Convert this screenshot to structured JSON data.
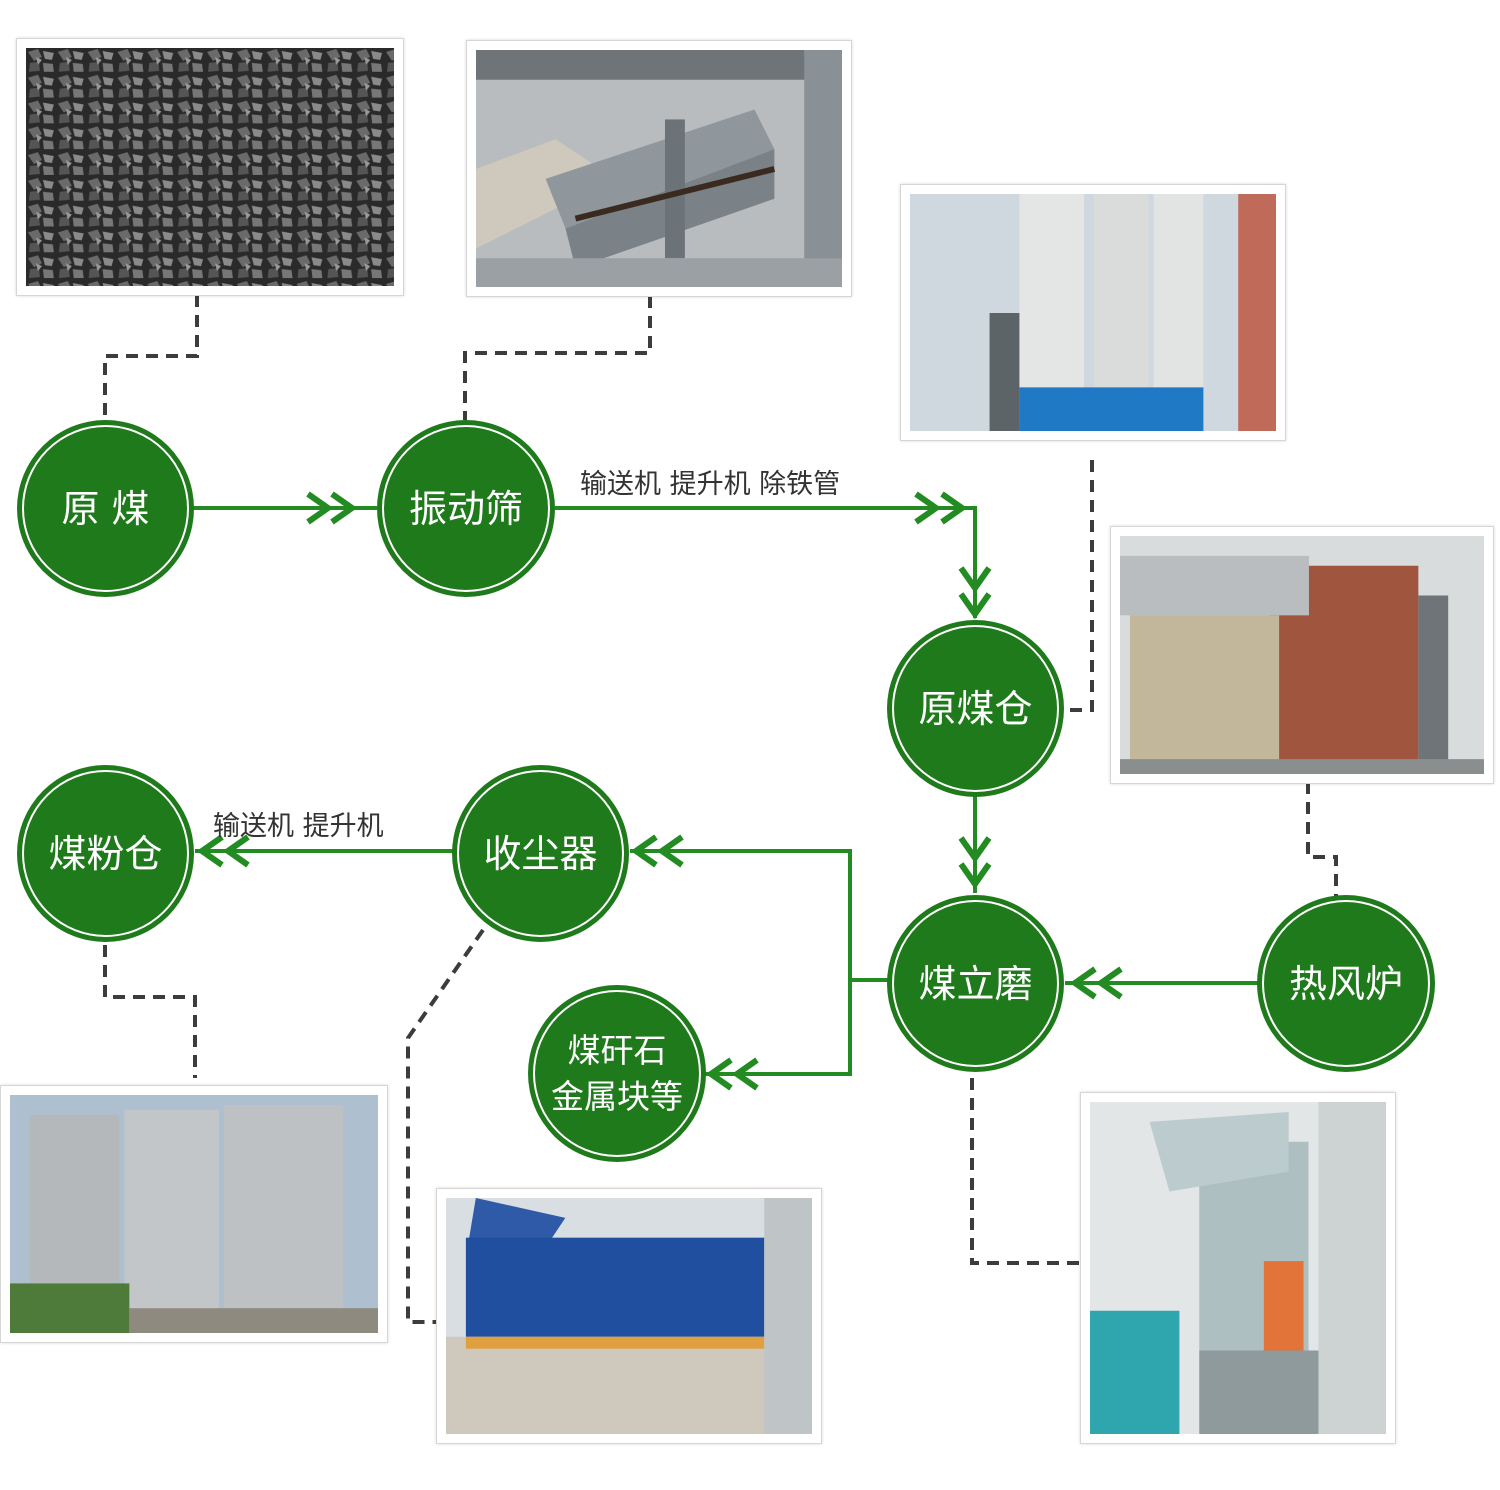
{
  "colors": {
    "node_fill": "#1e7a1b",
    "flow_line": "#228b22",
    "dashed_line": "#3c3c3c"
  },
  "nodes": {
    "raw_coal": "原 煤",
    "vibrating_screen": "振动筛",
    "raw_coal_bin": "原煤仓",
    "coal_mill": "煤立磨",
    "hot_air_furnace": "热风炉",
    "dust_collector": "收尘器",
    "coal_powder_bin": "煤粉仓",
    "gangue": "煤矸石\n金属块等"
  },
  "edge_labels": {
    "screen_to_bin": "输送机  提升机  除铁管",
    "collector_to_powder_bin": "输送机  提升机"
  },
  "photos": {
    "raw_coal": "coal-lumps",
    "vibrating_screen": "vibrating-screen-machine",
    "raw_coal_bin": "storage-silos",
    "hot_air_furnace": "hot-air-furnace-building",
    "coal_mill": "vertical-mill-machine",
    "dust_collector": "bag-dust-collector",
    "coal_powder_bin": "powder-silos"
  }
}
